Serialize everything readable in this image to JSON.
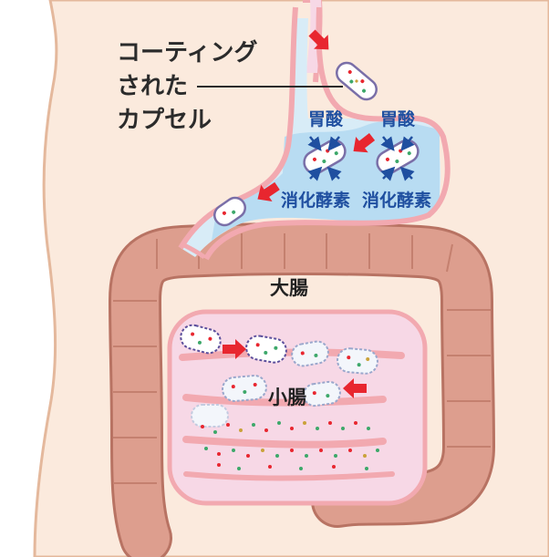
{
  "caption": {
    "lines": [
      "コーティング",
      "された",
      "カプセル"
    ]
  },
  "stomach": {
    "acid_labels": [
      "胃酸",
      "胃酸"
    ],
    "enzyme_labels": [
      "消化酵素",
      "消化酵素"
    ]
  },
  "organs": {
    "large_intestine": "大腸",
    "small_intestine": "小腸"
  },
  "colors": {
    "skin": "#fbeadd",
    "body_outline": "#e4b89c",
    "organ_wall": "#f2a9b0",
    "colon_fill": "#dd9e8e",
    "stomach_inner": "#d8ecf7",
    "gastric_fluid": "#b8dcf2",
    "label_blue": "#1f4fa0",
    "arrow_red": "#e8262f",
    "capsule_outline": "#7a6fa8"
  }
}
